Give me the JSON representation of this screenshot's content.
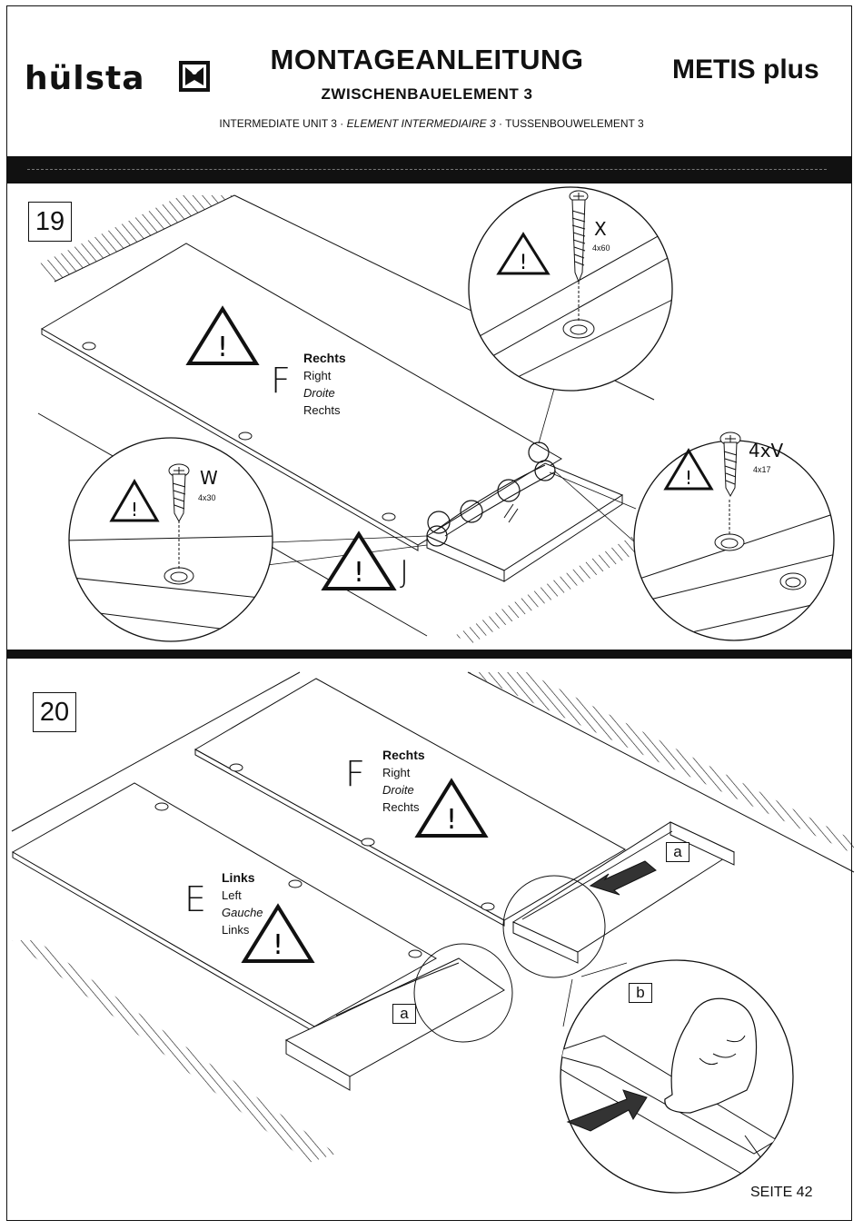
{
  "header": {
    "brand": "hülsta",
    "title": "MONTAGEANLEITUNG",
    "subtitle": "ZWISCHENBAUELEMENT 3",
    "translations": {
      "en": "INTERMEDIATE UNIT 3",
      "sep1": "·",
      "fr": "ELEMENT INTERMEDIAIRE 3",
      "sep2": "·",
      "nl": "TUSSENBOUWELEMENT 3"
    },
    "product": "METIS plus"
  },
  "step19": {
    "number": "19",
    "panel_letter": "F",
    "side": {
      "de": "Rechts",
      "en": "Right",
      "fr": "Droite",
      "nl": "Rechts"
    },
    "screw_x": {
      "name": "X",
      "size": "4x60"
    },
    "screw_w": {
      "name": "W",
      "size": "4x30"
    },
    "screw_v": {
      "name": "4xV",
      "size": "4x17"
    },
    "part_j": "J"
  },
  "step20": {
    "number": "20",
    "panel_right_letter": "F",
    "side_right": {
      "de": "Rechts",
      "en": "Right",
      "fr": "Droite",
      "nl": "Rechts"
    },
    "panel_left_letter": "E",
    "side_left": {
      "de": "Links",
      "en": "Left",
      "fr": "Gauche",
      "nl": "Links"
    },
    "callout_a": "a",
    "callout_b": "b"
  },
  "footer": {
    "page": "SEITE 42"
  },
  "icons": [
    "warning-triangle-icon",
    "screw-icon",
    "hand-icon",
    "push-arrow-icon"
  ],
  "colors": {
    "ink": "#111111",
    "paper": "#ffffff"
  }
}
